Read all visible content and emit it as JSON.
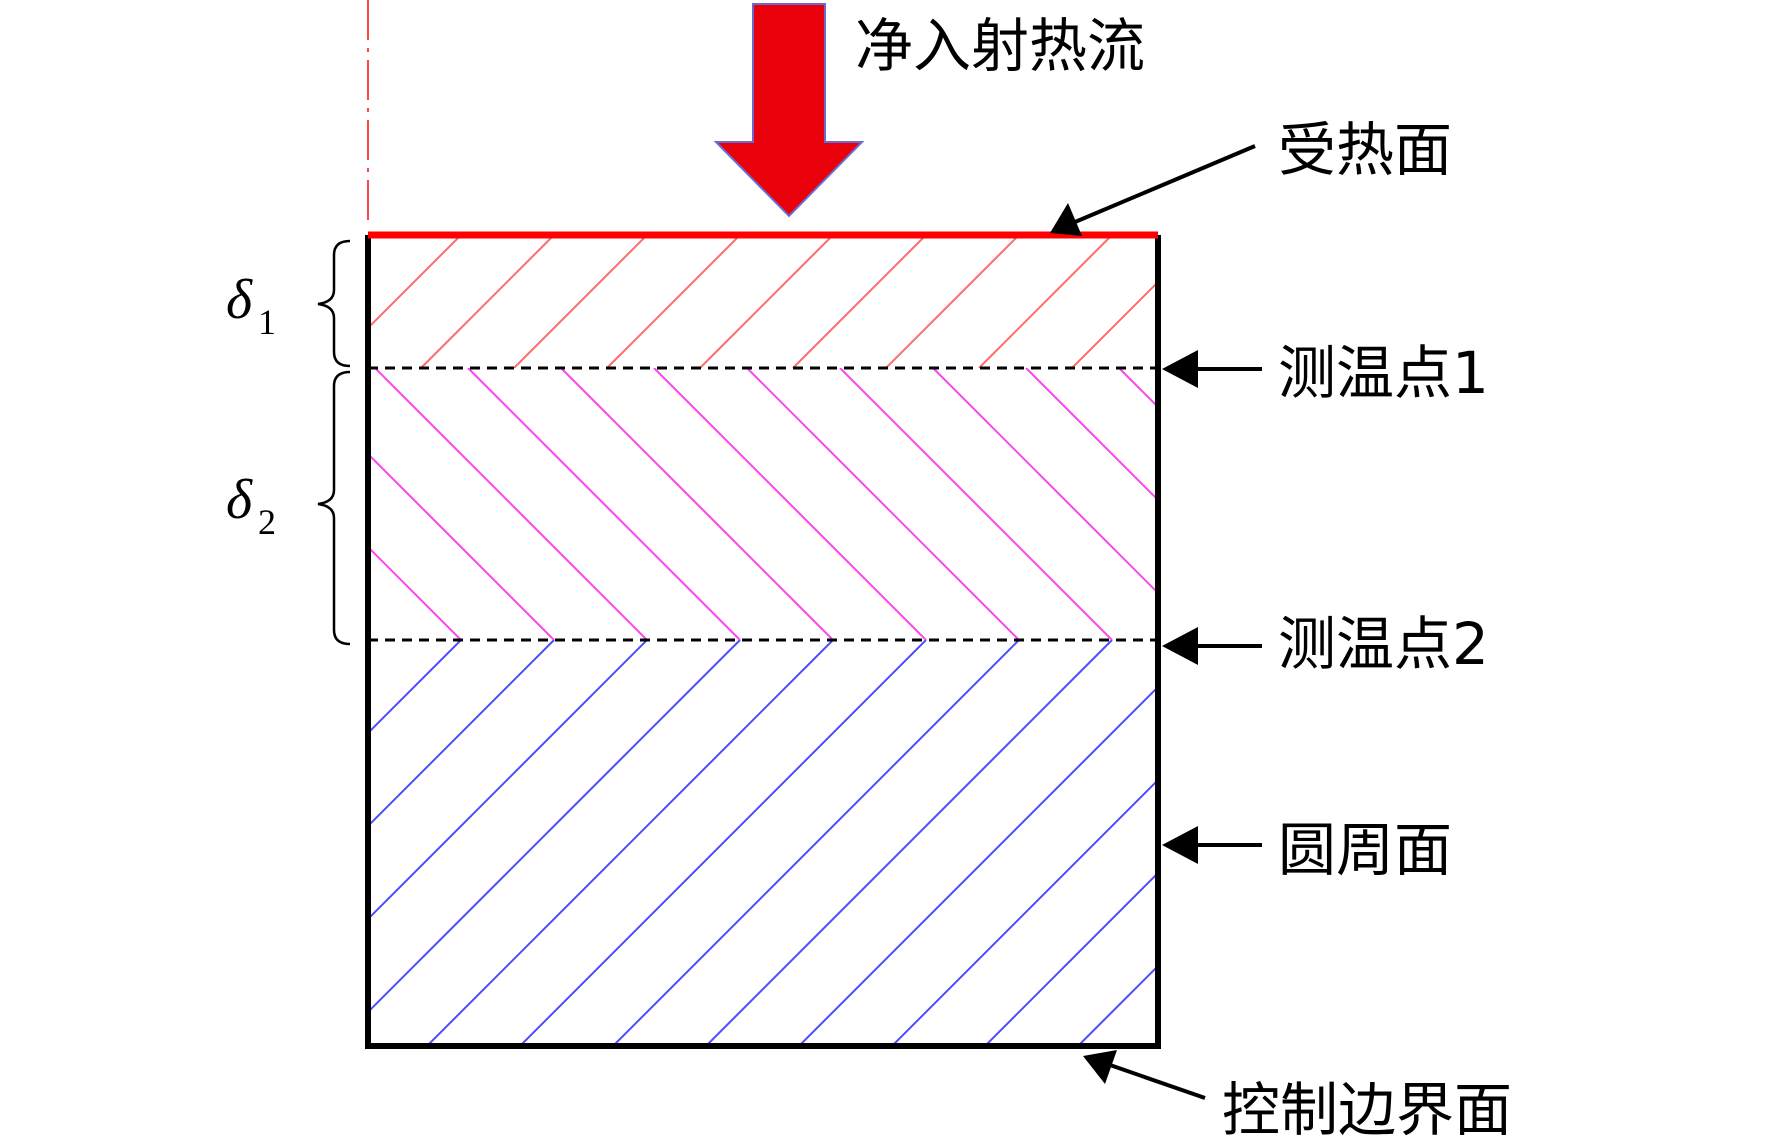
{
  "labels": {
    "net_heat_flux": "净入射热流",
    "heated_surface": "受热面",
    "probe_1": "测温点1",
    "probe_2": "测温点2",
    "circumferential_surface": "圆周面",
    "control_boundary": "控制边界面"
  },
  "symbols": {
    "delta_1": {
      "main": "δ",
      "sub": "1"
    },
    "delta_2": {
      "main": "δ",
      "sub": "2"
    }
  },
  "colors": {
    "heat_arrow": "#e8000b",
    "heated_surface_line": "#ff0000",
    "layer1_hatch": "#ff6a6a",
    "layer2_hatch": "#ff44ee",
    "layer3_hatch": "#4c4cff",
    "centerline": "#ff4444",
    "outline": "#000000"
  }
}
